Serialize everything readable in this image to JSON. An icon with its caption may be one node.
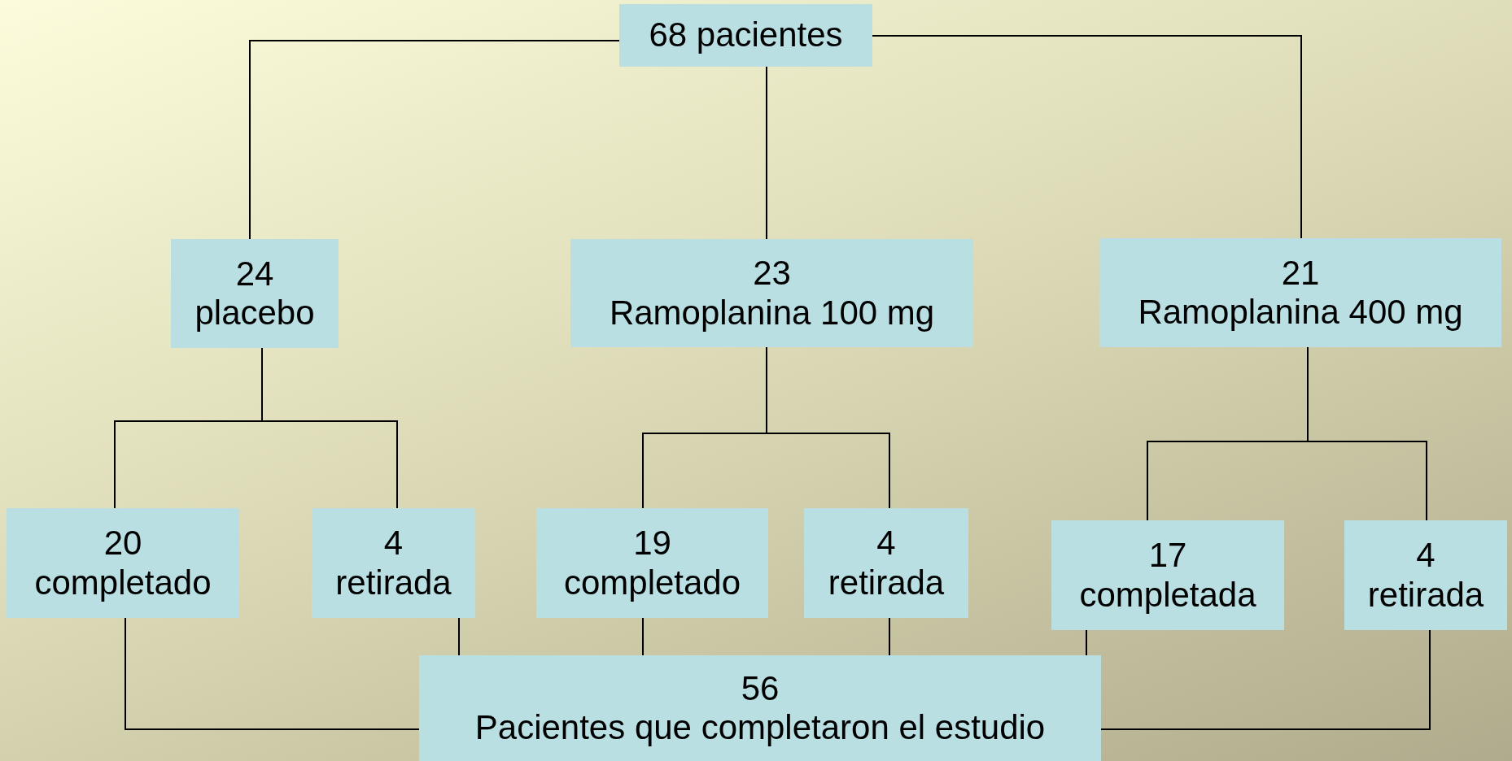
{
  "diagram": {
    "nodes": [
      {
        "text": [
          "68 pacientes"
        ]
      },
      {
        "text": [
          "24",
          "placebo"
        ]
      },
      {
        "text": [
          "23",
          "Ramoplanina 100 mg"
        ]
      },
      {
        "text": [
          "21",
          "Ramoplanina 400 mg"
        ]
      },
      {
        "text": [
          "20",
          "completado"
        ]
      },
      {
        "text": [
          "4",
          "retirada"
        ]
      },
      {
        "text": [
          "19",
          "completado"
        ]
      },
      {
        "text": [
          "4",
          "retirada"
        ]
      },
      {
        "text": [
          "17",
          "completada"
        ]
      },
      {
        "text": [
          "4",
          "retirada"
        ]
      },
      {
        "text": [
          "56",
          "Pacientes que completaron el estudio"
        ]
      }
    ],
    "edges": [
      {
        "from": 0,
        "to": 1,
        "arrow": "none"
      },
      {
        "from": 0,
        "to": 2,
        "arrow": "none"
      },
      {
        "from": 0,
        "to": 3,
        "arrow": "none"
      },
      {
        "from": 1,
        "to": 4,
        "arrow": "none"
      },
      {
        "from": 1,
        "to": 5,
        "arrow": "none"
      },
      {
        "from": 2,
        "to": 6,
        "arrow": "none"
      },
      {
        "from": 2,
        "to": 7,
        "arrow": "none"
      },
      {
        "from": 3,
        "to": 8,
        "arrow": "none"
      },
      {
        "from": 3,
        "to": 9,
        "arrow": "none"
      },
      {
        "from": 4,
        "to": 10,
        "arrow": "none"
      },
      {
        "from": 5,
        "to": 10,
        "arrow": "none"
      },
      {
        "from": 6,
        "to": 10,
        "arrow": "none"
      },
      {
        "from": 7,
        "to": 10,
        "arrow": "none"
      },
      {
        "from": 8,
        "to": 10,
        "arrow": "none"
      },
      {
        "from": 9,
        "to": 10,
        "arrow": "none"
      }
    ]
  }
}
